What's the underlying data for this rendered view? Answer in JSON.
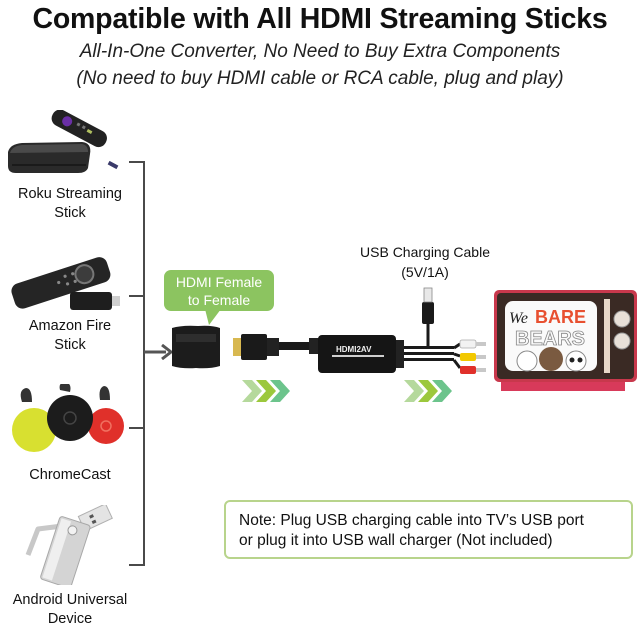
{
  "header": {
    "title": "Compatible with All HDMI Streaming Sticks",
    "subtitle_line1": "All-In-One Converter, No Need to Buy Extra Components",
    "subtitle_line2": "(No need to buy HDMI cable or RCA cable, plug and play)"
  },
  "devices": [
    {
      "icon": "roku-streaming-stick-icon",
      "label_line1": "Roku Streaming",
      "label_line2": "Stick"
    },
    {
      "icon": "amazon-fire-stick-icon",
      "label_line1": "Amazon Fire",
      "label_line2": "Stick"
    },
    {
      "icon": "chromecast-icon",
      "label_line1": "ChromeCast",
      "label_line2": ""
    },
    {
      "icon": "usb-flash-drive-icon",
      "label_line1": "Android Universal",
      "label_line2": "Device"
    }
  ],
  "callout": {
    "line1": "HDMI Female",
    "line2": "to Female",
    "color": "#8cc460"
  },
  "converter": {
    "label": "HDMI2AV",
    "usb_cable_label_line1": "USB Charging Cable",
    "usb_cable_label_line2": "(5V/1A)",
    "rca_colors": [
      "#f2f2f2",
      "#f2c800",
      "#e0302a"
    ]
  },
  "tv": {
    "screen_text_line1_script": "We",
    "screen_text_line1_bold": "BARE",
    "screen_text_line2": "BEARS",
    "frame_color": "#c8384c",
    "bezel_color": "#3a2a24"
  },
  "chevron_colors": [
    "#b5d99c",
    "#9cc83c",
    "#6cc48c"
  ],
  "note": {
    "line1": "Note: Plug USB charging cable into TV’s USB port",
    "line2": "or plug it into USB wall charger (Not included)",
    "border_color": "#b8d48c"
  }
}
